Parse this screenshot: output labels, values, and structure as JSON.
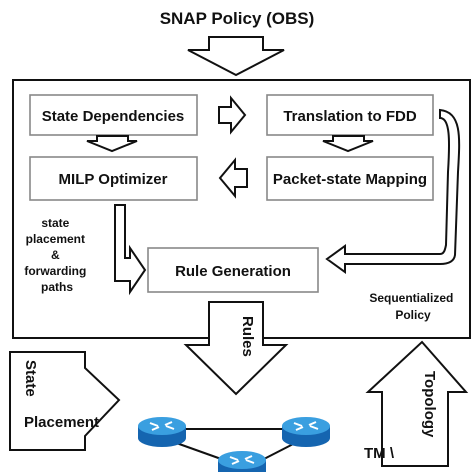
{
  "title": "SNAP Policy (OBS)",
  "boxes": {
    "state_dependencies": "State Dependencies",
    "translation_to_fdd": "Translation to FDD",
    "milp_optimizer": "MILP Optimizer",
    "packet_state_mapping": "Packet-state Mapping",
    "rule_generation": "Rule Generation"
  },
  "labels": {
    "state_placement_paths": [
      "state",
      "placement",
      "&",
      "forwarding",
      "paths"
    ],
    "sequentialized_policy": [
      "Sequentialized",
      "Policy"
    ]
  },
  "arrows": {
    "rules": "Rules",
    "state_placement": [
      "State",
      "Placement"
    ],
    "topology": "Topology",
    "tm": "TM \\"
  },
  "colors": {
    "router_light": "#3a9fe0",
    "router_dark": "#1565b0",
    "box_border": "#888888",
    "line": "#111111"
  },
  "icons": [
    "router-icon",
    "router-icon",
    "router-icon"
  ]
}
